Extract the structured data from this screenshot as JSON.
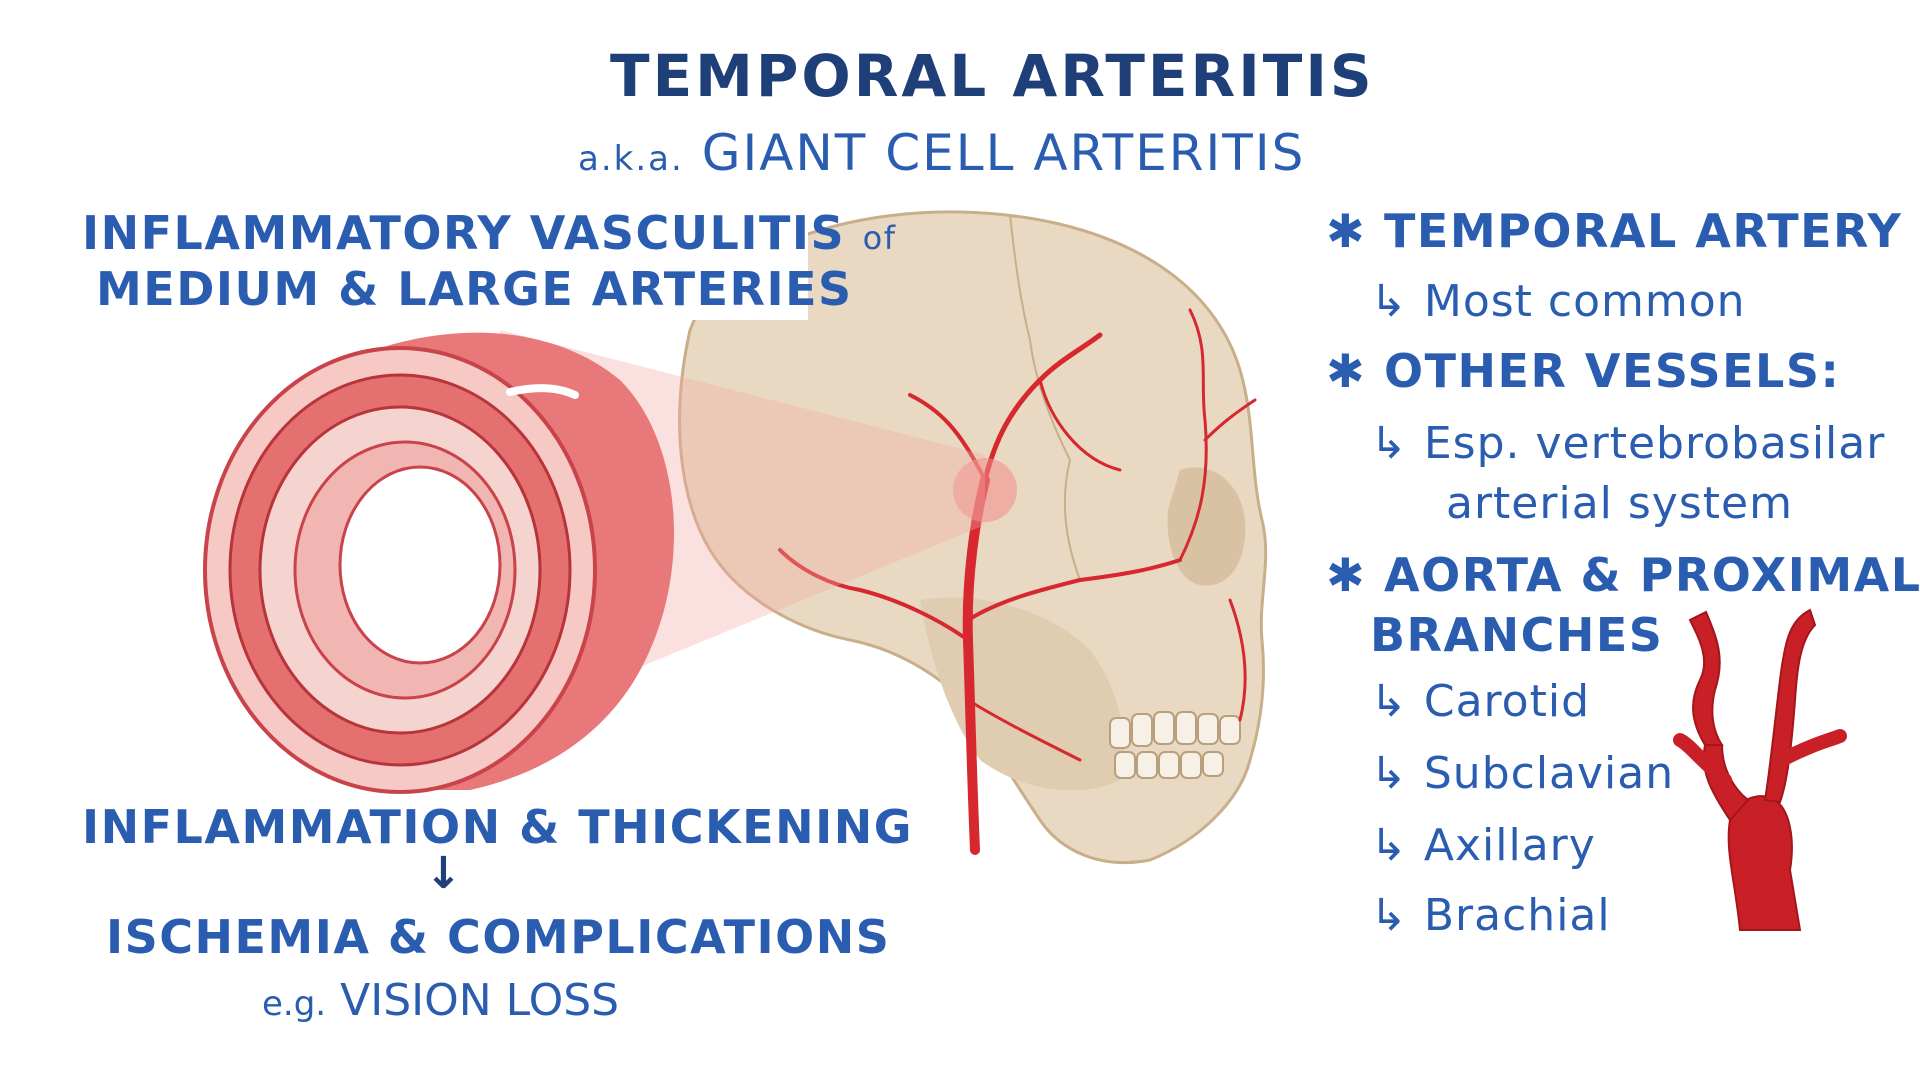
{
  "title": "TEMPORAL ARTERITIS",
  "subtitle": {
    "prefix": "a.k.a.",
    "name": "GIANT CELL ARTERITIS"
  },
  "definition": {
    "line1_main": "INFLAMMATORY VASCULITIS",
    "line1_of": "of",
    "line2": "MEDIUM & LARGE ARTERIES"
  },
  "pathophysiology": {
    "cause": "INFLAMMATION & THICKENING",
    "arrow": "↓",
    "effect": "ISCHEMIA & COMPLICATIONS",
    "example_prefix": "e.g.",
    "example": "VISION LOSS"
  },
  "sites": {
    "bullet": "✱",
    "sub_arrow": "↳",
    "temporal": {
      "heading": "TEMPORAL ARTERY",
      "note": "Most common"
    },
    "other": {
      "heading": "OTHER VESSELS:",
      "note_line1": "Esp. vertebrobasilar",
      "note_line2": "arterial system"
    },
    "aorta": {
      "heading_line1": "AORTA & PROXIMAL",
      "heading_line2": "BRANCHES",
      "branches": [
        "Carotid",
        "Subclavian",
        "Axillary",
        "Brachial"
      ]
    }
  },
  "colors": {
    "title": "#1f3f78",
    "text": "#2a5db0",
    "artery": "#d7282f",
    "skull": "#ead9c2",
    "vessel_wall": "#f0a8a4"
  }
}
